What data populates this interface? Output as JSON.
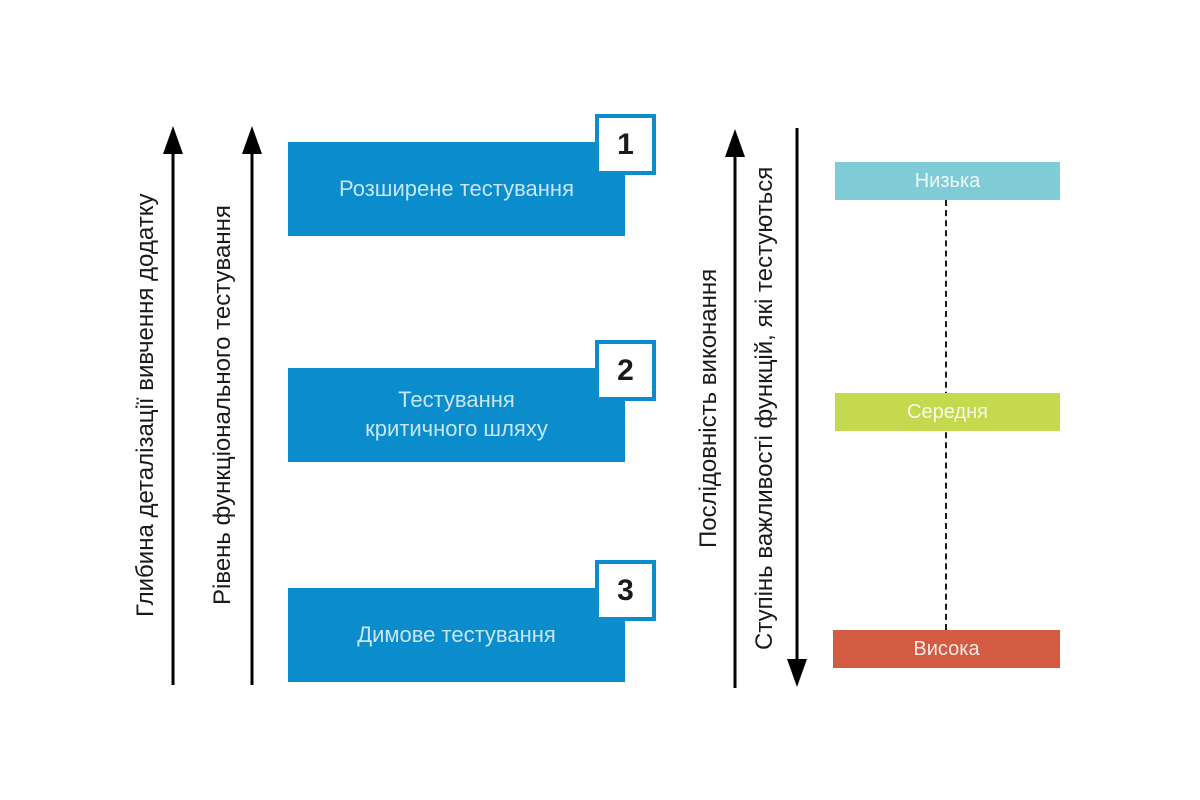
{
  "left_axes": [
    {
      "label": "Глибина деталізації вивчення додатку",
      "direction": "up"
    },
    {
      "label": "Рівень функціонального тестування",
      "direction": "up"
    }
  ],
  "stages": [
    {
      "number": "1",
      "label": "Розширене тестування"
    },
    {
      "number": "2",
      "label": "Тестування\nкритичного шляху"
    },
    {
      "number": "3",
      "label": "Димове тестування"
    }
  ],
  "right_axes": [
    {
      "label": "Послідовність виконання",
      "direction": "up"
    },
    {
      "label": "Ступінь важливості функцій, які тестуються",
      "direction": "down"
    }
  ],
  "importance_levels": [
    {
      "label": "Низька",
      "color": "#7fccd6"
    },
    {
      "label": "Середня",
      "color": "#c4d94e"
    },
    {
      "label": "Висока",
      "color": "#d25b42"
    }
  ],
  "colors": {
    "stage_blue": "#0a8ccd",
    "badge_border_blue": "#0a8ccd",
    "arrow_black": "#000000"
  }
}
